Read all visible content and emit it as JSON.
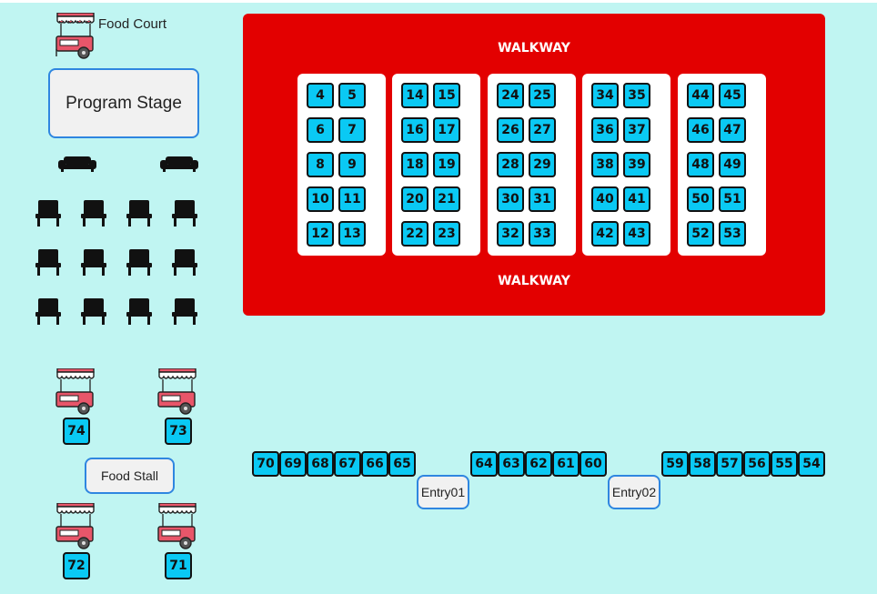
{
  "labels": {
    "food_court": "Food Court",
    "program_stage": "Program Stage",
    "walkway_top": "WALKWAY",
    "walkway_bottom": "WALKWAY",
    "food_stall": "Food Stall",
    "entry01": "Entry01",
    "entry02": "Entry02"
  },
  "colors": {
    "background": "#c0f5f2",
    "hall": "#e30000",
    "booth": "#0ac9f4",
    "accent_border": "#2f86e0"
  },
  "hall_blocks": [
    [
      "4",
      "5",
      "6",
      "7",
      "8",
      "9",
      "10",
      "11",
      "12",
      "13"
    ],
    [
      "14",
      "15",
      "16",
      "17",
      "18",
      "19",
      "20",
      "21",
      "22",
      "23"
    ],
    [
      "24",
      "25",
      "26",
      "27",
      "28",
      "29",
      "30",
      "31",
      "32",
      "33"
    ],
    [
      "34",
      "35",
      "36",
      "37",
      "38",
      "39",
      "40",
      "41",
      "42",
      "43"
    ],
    [
      "44",
      "45",
      "46",
      "47",
      "48",
      "49",
      "50",
      "51",
      "52",
      "53"
    ]
  ],
  "bottom_row": {
    "left": [
      "70",
      "69",
      "68",
      "67",
      "66",
      "65"
    ],
    "middle": [
      "64",
      "63",
      "62",
      "61",
      "60"
    ],
    "right": [
      "59",
      "58",
      "57",
      "56",
      "55",
      "54"
    ]
  },
  "stall_booths": {
    "a": "74",
    "b": "73",
    "c": "72",
    "d": "71"
  },
  "icons": {
    "stall": "food-cart-icon",
    "sofa": "sofa-icon",
    "chair": "chair-icon"
  }
}
